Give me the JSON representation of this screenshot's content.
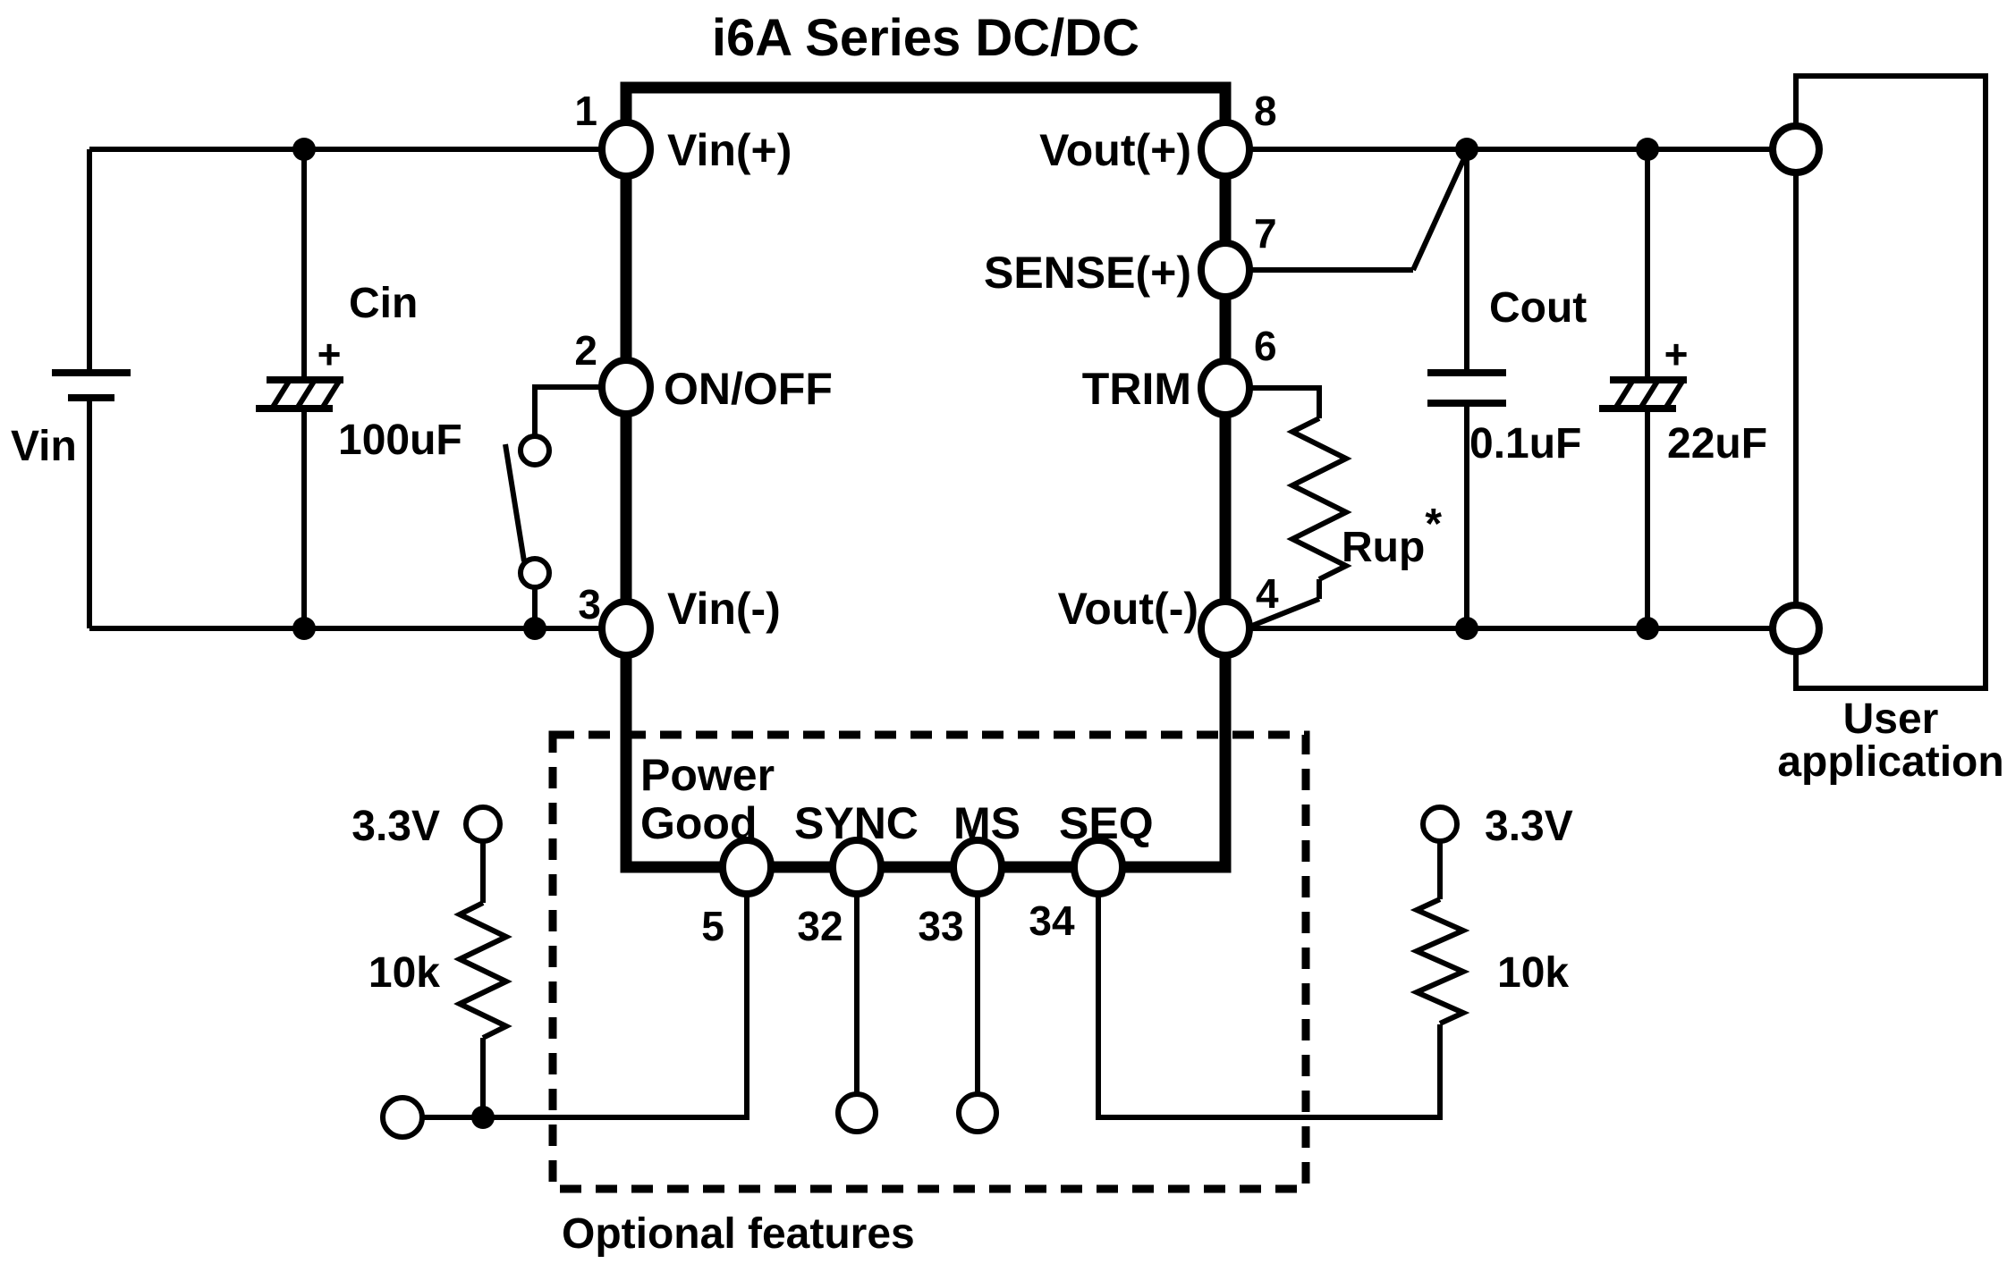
{
  "title": "i6A Series DC/DC",
  "module": {
    "pins": {
      "p1": {
        "num": "1",
        "label": "Vin(+)"
      },
      "p2": {
        "num": "2",
        "label": "ON/OFF"
      },
      "p3": {
        "num": "3",
        "label": "Vin(-)"
      },
      "p8": {
        "num": "8",
        "label": "Vout(+)"
      },
      "p7": {
        "num": "7",
        "label": "SENSE(+)"
      },
      "p6": {
        "num": "6",
        "label": "TRIM"
      },
      "p4": {
        "num": "4",
        "label": "Vout(-)"
      },
      "p5": {
        "num": "5",
        "label_line1": "Power",
        "label_line2": "Good"
      },
      "p32": {
        "num": "32",
        "label": "SYNC"
      },
      "p33": {
        "num": "33",
        "label": "MS"
      },
      "p34": {
        "num": "34",
        "label": "SEQ"
      }
    }
  },
  "components": {
    "vin_source": {
      "label": "Vin"
    },
    "cin": {
      "name": "Cin",
      "value": "100uF",
      "polarity": "+"
    },
    "cout": {
      "name": "Cout",
      "value": "0.1uF"
    },
    "cap22": {
      "value": "22uF",
      "polarity": "+"
    },
    "rup": {
      "name": "Rup",
      "asterisk": "*"
    },
    "pullup_left": {
      "rail": "3.3V",
      "value": "10k"
    },
    "pullup_right": {
      "rail": "3.3V",
      "value": "10k"
    }
  },
  "user_application": {
    "line1": "User",
    "line2": "application"
  },
  "optional_features_label": "Optional features",
  "colors": {
    "ink": "#000000",
    "background": "#ffffff"
  }
}
